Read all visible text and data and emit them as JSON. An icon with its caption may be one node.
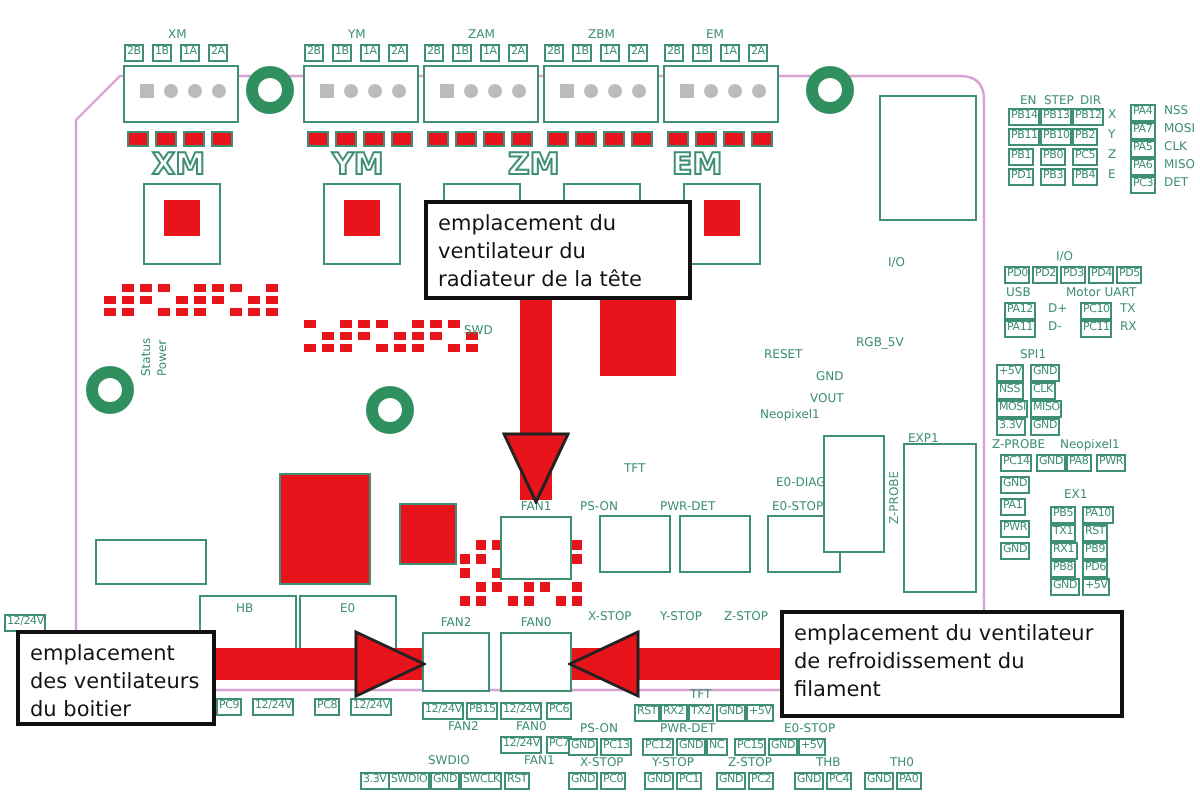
{
  "diagram": {
    "nodes": [
      {
        "text": [
          "emplacement du ventilateur du radiateur de la tête"
        ]
      },
      {
        "text": [
          "FAN1"
        ]
      },
      {
        "text": [
          "emplacement des ventilateurs du boitier"
        ]
      },
      {
        "text": [
          "FAN2"
        ]
      },
      {
        "text": [
          "FAN0"
        ]
      },
      {
        "text": [
          "emplacement du ventilateur de refroidissement du filament"
        ]
      }
    ],
    "edges": [
      {
        "from": 0,
        "to": 1,
        "arrow": "to"
      },
      {
        "from": 2,
        "to": 3,
        "arrow": "to"
      },
      {
        "from": 5,
        "to": 4,
        "arrow": "to"
      }
    ],
    "labels": [
      "XM",
      "YM",
      "ZAM",
      "ZBM",
      "EM",
      "2B",
      "1B",
      "1A",
      "2A",
      "2B",
      "1B",
      "1A",
      "2A",
      "2B",
      "1B",
      "1A",
      "2A",
      "2B",
      "1B",
      "1A",
      "2A",
      "2B",
      "1B",
      "1A",
      "2A",
      "XM",
      "YM",
      "ZM",
      "EM",
      "SWD",
      "Status",
      "Power",
      "I/O",
      "RESET",
      "RGB_5V",
      "GND",
      "VOUT",
      "Neopixel1",
      "EN",
      "STEP",
      "DIR",
      "PB14",
      "PB13",
      "PB12",
      "X",
      "PB11",
      "PB10",
      "PB2",
      "Y",
      "PB1",
      "PB0",
      "PC5",
      "Z",
      "PD1",
      "PB3",
      "PB4",
      "E",
      "PA4",
      "NSS",
      "PA7",
      "MOSI",
      "PA5",
      "CLK",
      "PA6",
      "MISO",
      "PC3",
      "DET",
      "I/O",
      "PD0",
      "PD2",
      "PD3",
      "PD4",
      "PD5",
      "USB",
      "Motor UART",
      "PA12",
      "D+",
      "PC10",
      "TX",
      "PA11",
      "D-",
      "PC11",
      "RX",
      "SPI1",
      "+5V",
      "GND",
      "NSS",
      "CLK",
      "MOSI",
      "MISO",
      "3.3V",
      "GND",
      "Z-PROBE",
      "Neopixel1",
      "PC14",
      "GND",
      "PA8",
      "PWR",
      "GND",
      "PA1",
      "PWR",
      "GND",
      "EX1",
      "PB5",
      "PA10",
      "TX1",
      "RST",
      "RX1",
      "PB9",
      "PB8",
      "PD6",
      "GND",
      "+5V",
      "EXP1",
      "Z-PROBE",
      "TFT",
      "PS-ON",
      "PWR-DET",
      "E0-DIAG",
      "E0-STOP",
      "X-STOP",
      "Y-STOP",
      "Z-STOP",
      "12/24V",
      "HB",
      "E0",
      "PC9",
      "12/24V",
      "PC8",
      "12/24V",
      "12/24V",
      "PB15",
      "12/24V",
      "PC6",
      "FAN2",
      "FAN0",
      "12/24V",
      "PC7",
      "SWDIO",
      "FAN1",
      "3.3V",
      "SWDIO",
      "GND",
      "SWCLK",
      "RST",
      "TFT",
      "RST",
      "RX2",
      "TX2",
      "GND",
      "+5V",
      "PS-ON",
      "GND",
      "PC13",
      "PWR-DET",
      "PC12",
      "GND",
      "NC",
      "E0-STOP",
      "PC15",
      "GND",
      "+5V",
      "X-STOP",
      "GND",
      "PC0",
      "Y-STOP",
      "GND",
      "PC1",
      "Z-STOP",
      "GND",
      "PC2",
      "THB",
      "GND",
      "PC4",
      "TH0",
      "GND",
      "PA0"
    ]
  }
}
